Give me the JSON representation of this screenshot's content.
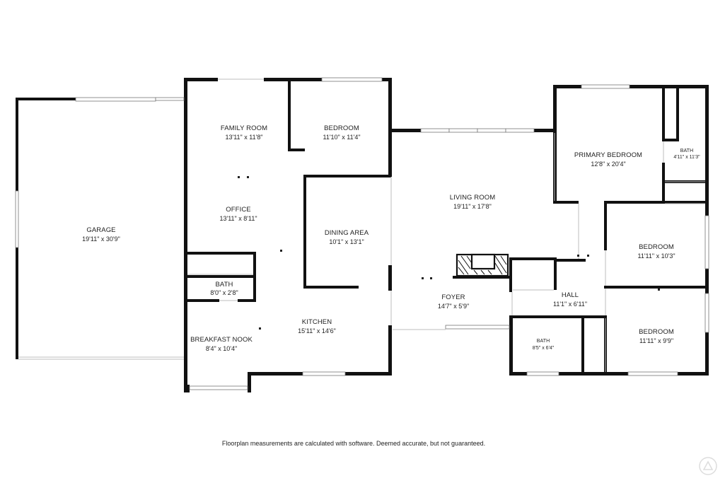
{
  "rooms": {
    "garage": {
      "name": "GARAGE",
      "dim": "19'11\" x 30'9\""
    },
    "family_room": {
      "name": "FAMILY ROOM",
      "dim": "13'11\" x 11'8\""
    },
    "bedroom_top": {
      "name": "BEDROOM",
      "dim": "11'10\" x 11'4\""
    },
    "office": {
      "name": "OFFICE",
      "dim": "13'11\" x 8'11\""
    },
    "dining_area": {
      "name": "DINING AREA",
      "dim": "10'1\" x 13'1\""
    },
    "living_room": {
      "name": "LIVING ROOM",
      "dim": "19'11\" x 17'8\""
    },
    "primary_bedroom": {
      "name": "PRIMARY BEDROOM",
      "dim": "12'8\" x 20'4\""
    },
    "bath_primary": {
      "name": "BATH",
      "dim": "4'11\" x 11'3\""
    },
    "bedroom_mid": {
      "name": "BEDROOM",
      "dim": "11'11\" x 10'3\""
    },
    "bath_small": {
      "name": "BATH",
      "dim": "8'0\" x 2'8\""
    },
    "foyer": {
      "name": "FOYER",
      "dim": "14'7\" x 5'9\""
    },
    "hall": {
      "name": "HALL",
      "dim": "11'1\" x 6'11\""
    },
    "kitchen": {
      "name": "KITCHEN",
      "dim": "15'11\" x 14'6\""
    },
    "breakfast_nook": {
      "name": "BREAKFAST NOOK",
      "dim": "8'4\" x 10'4\""
    },
    "bath_hall": {
      "name": "BATH",
      "dim": "8'5\" x 6'4\""
    },
    "bedroom_bottom": {
      "name": "BEDROOM",
      "dim": "11'11\" x 9'9\""
    }
  },
  "disclaimer": "Floorplan measurements are calculated with software. Deemed accurate, but not guaranteed.",
  "colors": {
    "wall": "#111111",
    "background": "#ffffff"
  }
}
